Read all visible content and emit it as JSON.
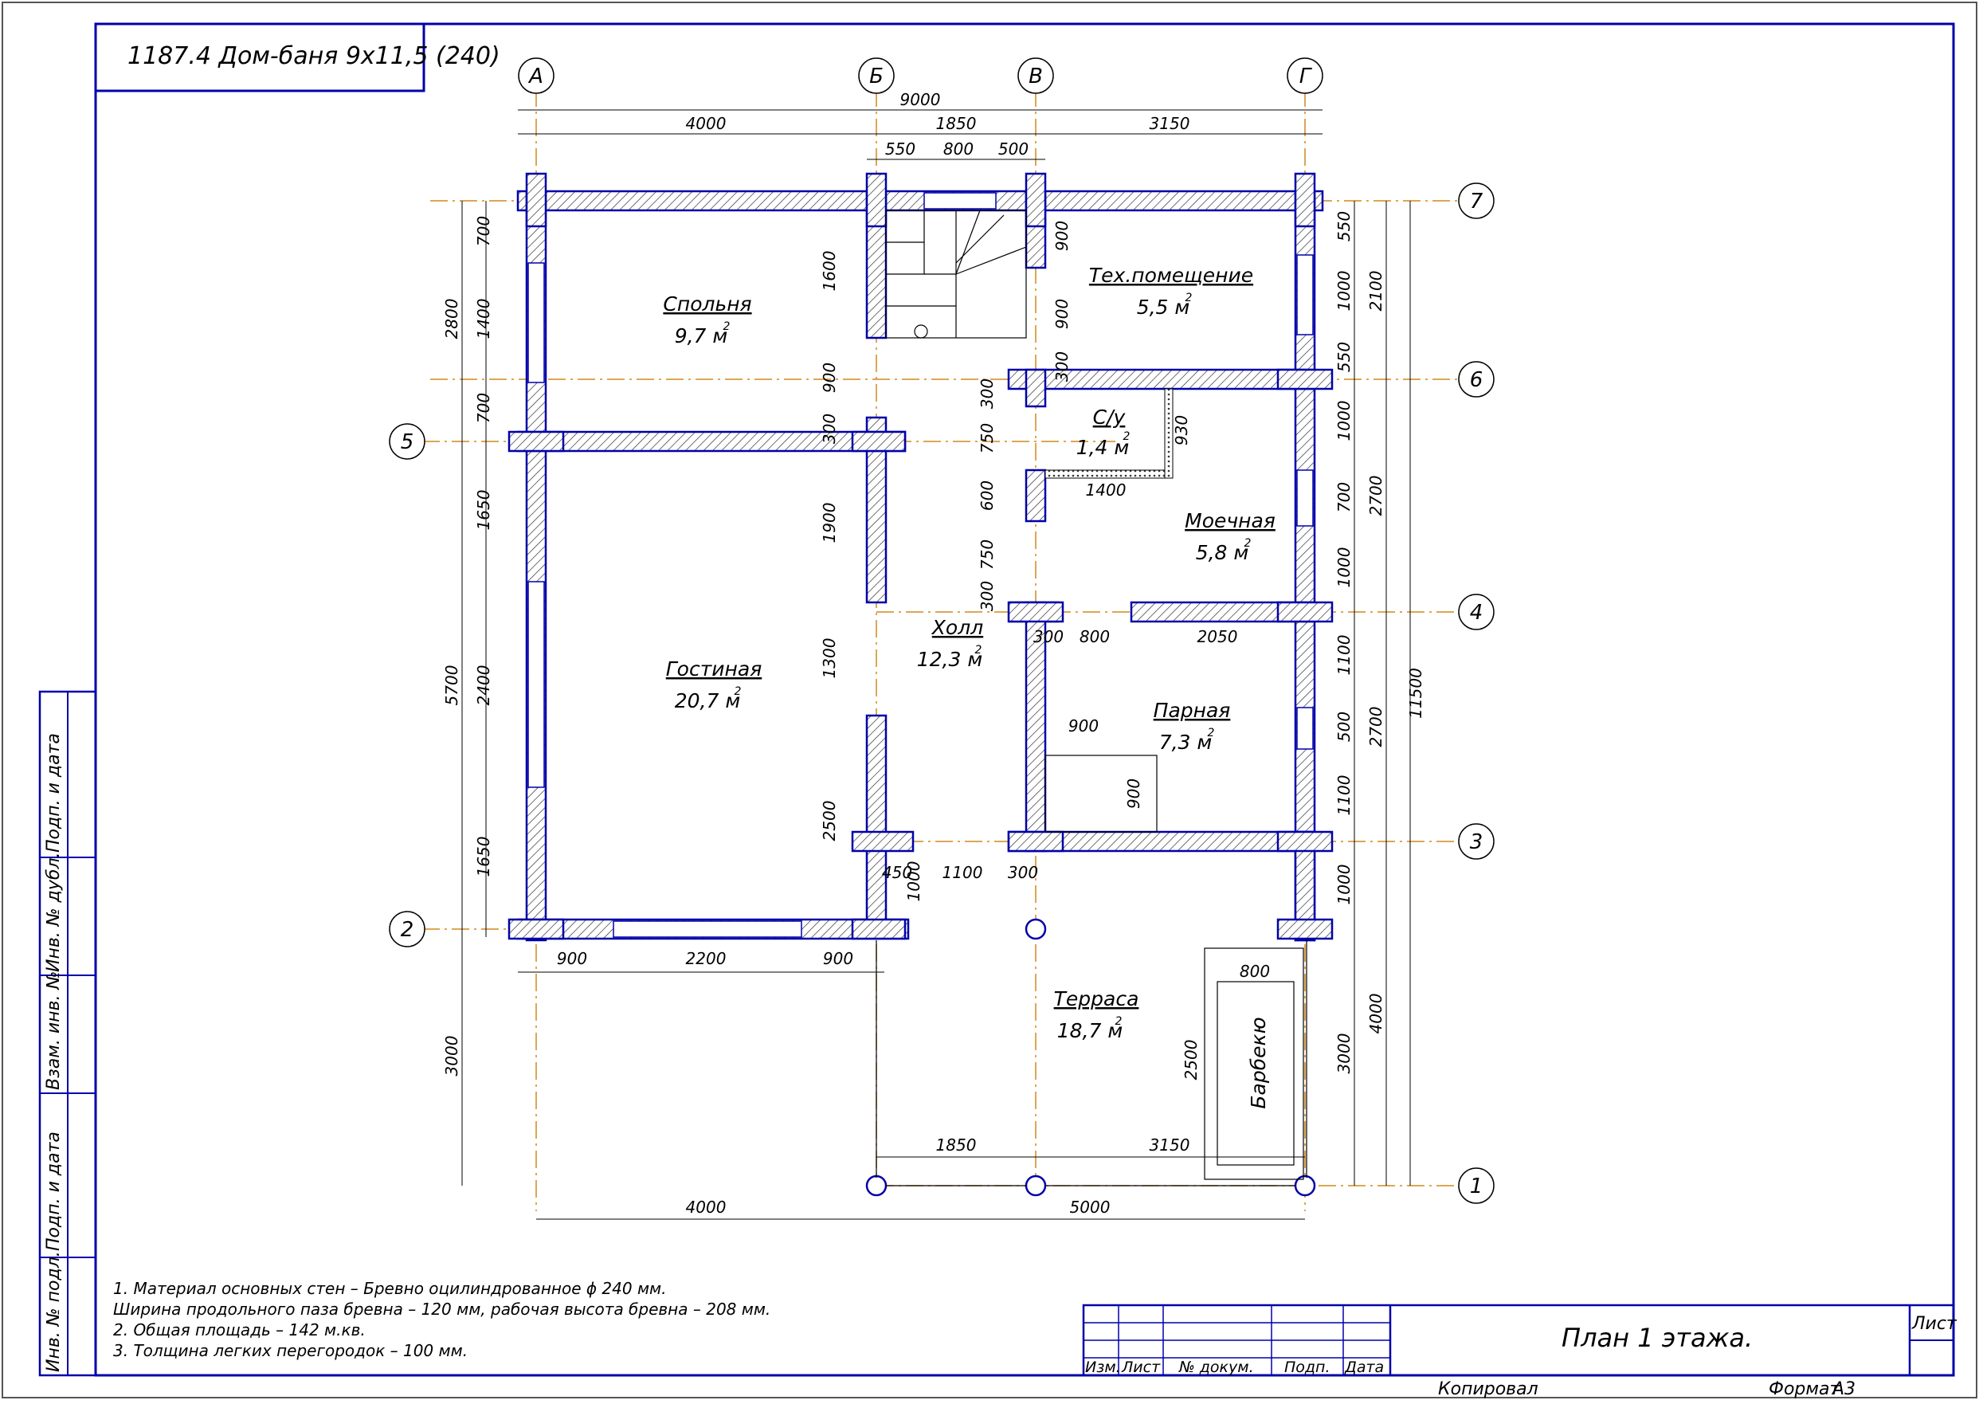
{
  "drawing": {
    "title": "1187.4 Дом-баня 9х11,5 (240)",
    "sheet_title": "План 1 этажа.",
    "copied_label": "Копировал",
    "format_label": "Формат",
    "format_value": "А3",
    "sheet_label": "Лист"
  },
  "stamp_columns": [
    "Изм.",
    "Лист",
    "№ докум.",
    "Подп.",
    "Дата"
  ],
  "side_labels": [
    "Подп. и дата",
    "Инв. № дубл.",
    "Взам. инв. №",
    "Подп. и дата",
    "Инв. № подл."
  ],
  "axes": {
    "letters": [
      "А",
      "Б",
      "В",
      "Г"
    ],
    "numbers": [
      "7",
      "6",
      "5",
      "4",
      "3",
      "2",
      "1"
    ]
  },
  "rooms": [
    {
      "name": "Спольня",
      "area": "9,7 м"
    },
    {
      "name": "Тех.помещение",
      "area": "5,5 м"
    },
    {
      "name": "С/у",
      "area": "1,4 м"
    },
    {
      "name": "Моечная",
      "area": "5,8 м"
    },
    {
      "name": "Холл",
      "area": "12,3 м"
    },
    {
      "name": "Гостиная",
      "area": "20,7 м"
    },
    {
      "name": "Парная",
      "area": "7,3 м"
    },
    {
      "name": "Терраса",
      "area": "18,7 м"
    },
    {
      "name": "Барбекю",
      "area": ""
    }
  ],
  "area_unit_sup": "2",
  "dimensions": {
    "top": [
      "9000",
      "4000",
      "1850",
      "3150",
      "550",
      "800",
      "500"
    ],
    "bottom": [
      "900",
      "2200",
      "900",
      "1850",
      "3150",
      "4000",
      "5000"
    ],
    "left": [
      "700",
      "1400",
      "700",
      "2800",
      "1650",
      "2400",
      "1650",
      "5700",
      "3000"
    ],
    "right": [
      "550",
      "1000",
      "2100",
      "550",
      "1000",
      "700",
      "1000",
      "2700",
      "11500",
      "1100",
      "500",
      "2700",
      "1100",
      "1000",
      "3000",
      "4000"
    ],
    "inner": [
      "1600",
      "900",
      "300",
      "1900",
      "1300",
      "2500",
      "900",
      "900",
      "300",
      "300",
      "750",
      "600",
      "750",
      "300",
      "930",
      "1400",
      "300",
      "800",
      "2050",
      "900",
      "900",
      "450",
      "1100",
      "300",
      "1000",
      "800",
      "2500"
    ]
  },
  "notes": [
    "1. Материал основных стен – Бревно оцилиндрованное ϕ 240 мм.",
    "Ширина продольного паза бревна – 120 мм, рабочая высота бревна – 208 мм.",
    "2. Общая площадь – 142 м.кв.",
    "3. Толщина легких перегородок – 100 мм."
  ],
  "colors": {
    "wall": "#0000aa",
    "axis_line": "#d08a1a",
    "dim_line": "#000000",
    "hatch": "#333333"
  }
}
